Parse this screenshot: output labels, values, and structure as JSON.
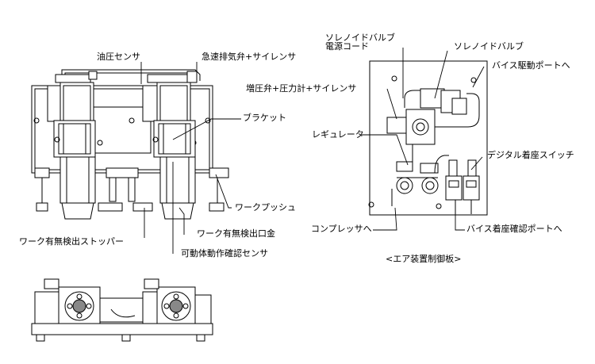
{
  "labels": {
    "oil_pressure_sensor": "油圧センサ",
    "quick_exhaust_valve": "急速排気弁+サイレンサ",
    "bracket": "ブラケット",
    "work_push": "ワークプッシュ",
    "work_detect_stopper": "ワーク有無検出ストッパー",
    "work_detect_outlet": "ワーク有無検出口金",
    "movable_body_sensor": "可動体動作確認センサ",
    "solenoid_valve_cord_1": "ソレノイドバルブ",
    "solenoid_valve_cord_2": "電源コード",
    "solenoid_valve": "ソレノイドバルブ",
    "vise_drive_port": "バイス駆動ポートへ",
    "booster_valve": "増圧弁+圧力計+サイレンサ",
    "regulator": "レギュレータ",
    "digital_seat_switch": "デジタル着座スイッチ",
    "to_compressor": "コンプレッサへ",
    "vise_seat_port": "バイス着座確認ポートへ",
    "air_panel_caption": "<エア装置制御板>"
  },
  "colors": {
    "line": "#000000",
    "fill": "#ffffff",
    "shade": "#cfcfcf",
    "dark": "#555555"
  }
}
